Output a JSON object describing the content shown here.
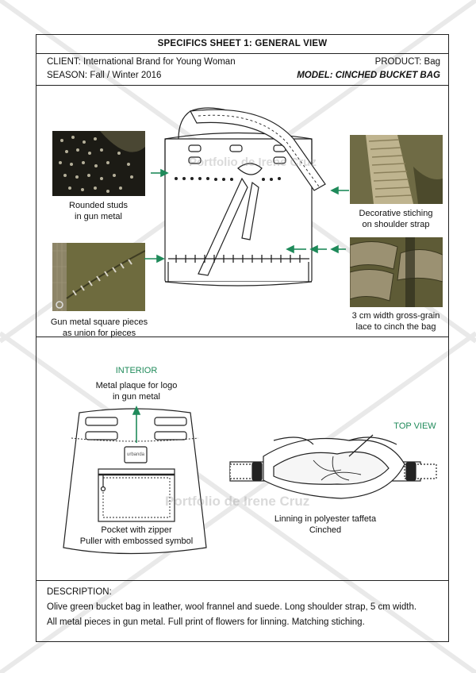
{
  "header": {
    "title": "SPECIFICS SHEET 1: GENERAL VIEW",
    "client": "CLIENT: International Brand for Young Woman",
    "season": "SEASON: Fall / Winter 2016",
    "product": "PRODUCT: Bag",
    "model": "MODEL: CINCHED BUCKET BAG"
  },
  "callouts": {
    "studs": [
      "Rounded studs",
      "in gun metal"
    ],
    "stitching": [
      "Decorative stiching",
      "on shoulder strap"
    ],
    "square_pieces": [
      "Gun metal square pieces",
      "as union for pieces"
    ],
    "lace": [
      "3 cm width gross-grain",
      "lace to cinch the bag"
    ]
  },
  "interior": {
    "heading": "INTERIOR",
    "plaque": [
      "Metal plaque for logo",
      "in gun metal"
    ],
    "plaque_text": "urbanda",
    "pocket": [
      "Pocket with zipper",
      "Puller with embossed symbol"
    ]
  },
  "top_view": {
    "heading": "TOP VIEW",
    "lining": [
      "Linning in polyester taffeta",
      "Cinched"
    ]
  },
  "description": {
    "heading": "DESCRIPTION:",
    "lines": [
      "Olive green bucket bag in leather, wool frannel and suede. Long shoulder strap, 5 cm width.",
      "All metal pieces in gun metal. Full print of flowers for linning. Matching stiching."
    ]
  },
  "watermark": "Portfolio de Irene Cruz",
  "colors": {
    "accent": "#1f8a5a",
    "olive": "#6b6a3c",
    "dark": "#1a1a16",
    "silver": "#b9ae86"
  }
}
